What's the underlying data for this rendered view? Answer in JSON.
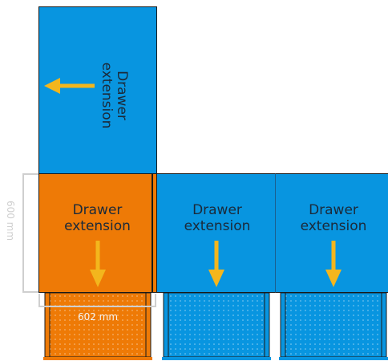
{
  "colors": {
    "blue": "#0895e0",
    "orange": "#ee7a06",
    "arrow": "#f3b61d",
    "text": "#1b2a3a",
    "dimension": "#cfcfcf",
    "outline": "#1a1a1a"
  },
  "modules": [
    {
      "id": "top-left",
      "color": "blue",
      "label": "Drawer\nextension",
      "arrow": "left"
    },
    {
      "id": "bottom-left",
      "color": "orange",
      "label": "Drawer\nextension",
      "arrow": "down"
    },
    {
      "id": "bottom-middle",
      "color": "blue",
      "label": "Drawer\nextension",
      "arrow": "down"
    },
    {
      "id": "bottom-right",
      "color": "blue",
      "label": "Drawer\nextension",
      "arrow": "down"
    }
  ],
  "dimensions": {
    "depth": "600 mm",
    "width": "602 mm"
  }
}
